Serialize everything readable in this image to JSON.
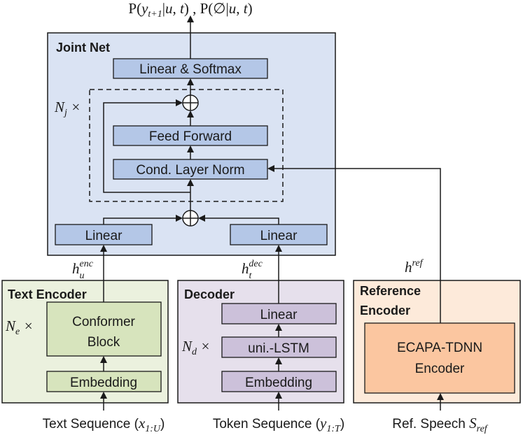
{
  "output_label": "P(y_{t+1}|u, t) , P(∅|u, t)",
  "joint_net": {
    "title": "Joint Net",
    "linear_softmax": "Linear & Softmax",
    "repeat": "N_j ×",
    "feed_forward": "Feed Forward",
    "cond_layer_norm": "Cond. Layer Norm",
    "linear_left": "Linear",
    "linear_right": "Linear",
    "add_symbol": "⊕"
  },
  "signals": {
    "h_enc": "h_u^{enc}",
    "h_dec": "h_t^{dec}",
    "h_ref": "h^{ref}"
  },
  "text_encoder": {
    "title": "Text Encoder",
    "repeat": "N_e ×",
    "conformer_line1": "Conformer",
    "conformer_line2": "Block",
    "embedding": "Embedding",
    "input": "Text Sequence (x_{1:U})"
  },
  "decoder": {
    "title": "Decoder",
    "repeat": "N_d ×",
    "linear": "Linear",
    "lstm": "uni.-LSTM",
    "embedding": "Embedding",
    "input": "Token Sequence (y_{1:T})"
  },
  "reference_encoder": {
    "title_line1": "Reference",
    "title_line2": "Encoder",
    "block_line1": "ECAPA-TDNN",
    "block_line2": "Encoder",
    "input": "Ref. Speech S_{ref}"
  },
  "colors": {
    "joint_bg": "#dae3f3",
    "joint_block": "#b4c7e7",
    "text_enc_bg": "#ebf1de",
    "text_enc_block": "#d7e4bd",
    "decoder_bg": "#e6e0ec",
    "decoder_block": "#ccc1da",
    "ref_bg": "#fdeada",
    "ref_block": "#fbc6a0"
  }
}
